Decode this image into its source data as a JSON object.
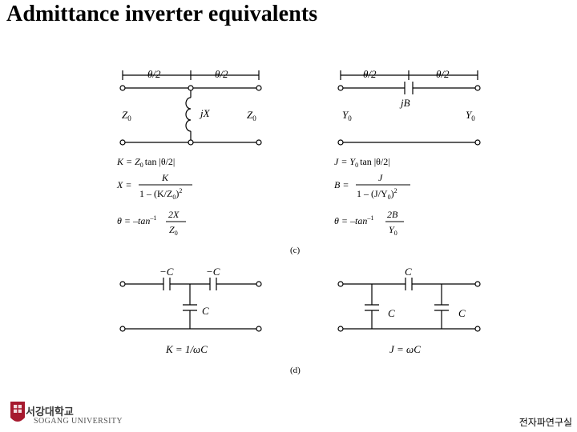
{
  "title": "Admittance inverter equivalents",
  "dims": {
    "half_angle": "θ/2"
  },
  "c": {
    "left": {
      "z0_left": "Z",
      "z0_right": "Z",
      "sub0": "0",
      "element": "jX",
      "eq1_lhs": "K = Z",
      "eq1_rhs": "tan |θ/2|",
      "eq2_lhs": "X =",
      "eq2_num": "K",
      "eq2_den": "1 – (K/Z",
      "eq2_den_tail": ")",
      "eq3_lhs": "θ = –tan",
      "eq3_sup": "–1",
      "eq3_num": "2X",
      "eq3_den": "Z"
    },
    "right": {
      "y0_left": "Y",
      "y0_right": "Y",
      "sub0": "0",
      "element": "jB",
      "eq1_lhs": "J = Y",
      "eq1_rhs": "tan |θ/2|",
      "eq2_lhs": "B =",
      "eq2_num": "J",
      "eq2_den": "1 – (J/Y",
      "eq2_den_tail": ")",
      "eq3_lhs": "θ = –tan",
      "eq3_sup": "–1",
      "eq3_num": "2B",
      "eq3_den": "Y"
    },
    "sq": "2",
    "caption": "(c)"
  },
  "d": {
    "left": {
      "neg_c1": "−C",
      "neg_c2": "−C",
      "shunt_c": "C",
      "formula": "K = 1/ωC"
    },
    "right": {
      "series_c": "C",
      "shunt_c1": "C",
      "shunt_c2": "C",
      "formula": "J = ωC"
    },
    "caption": "(d)"
  },
  "footer": {
    "logo_korean": "서강대학교",
    "logo_english": "SOGANG UNIVERSITY",
    "lab_name": "전자파연구실"
  },
  "colors": {
    "logo_red": "#a6192e"
  }
}
